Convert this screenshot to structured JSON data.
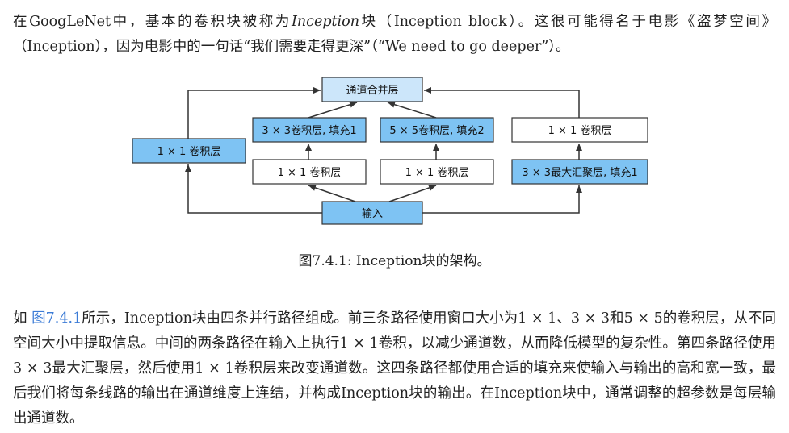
{
  "intro": {
    "part1": "在GoogLeNet中，基本的卷积块被称为",
    "emphasis": "Inception",
    "part2": "块（Inception block）。这很可能得名于电影《盗梦空间》（Inception），因为电影中的一句话“我们需要走得更深”（“We need to go deeper”）。"
  },
  "diagram": {
    "nodes": {
      "concat": "通道合并层",
      "p1_conv1": "1 × 1 卷积层",
      "p2_conv3": "3 × 3卷积层, 填充1",
      "p2_conv1": "1 × 1 卷积层",
      "p3_conv5": "5 × 5卷积层, 填充2",
      "p3_conv1": "1 × 1 卷积层",
      "p4_conv1": "1 × 1 卷积层",
      "p4_pool": "3 × 3最大汇聚层, 填充1",
      "input": "输入"
    },
    "colors": {
      "blue_fill": "#7ec3f3",
      "light_fill": "#cce6fa",
      "white_fill": "#ffffff",
      "stroke": "#333333"
    }
  },
  "caption": "图7.4.1: Inception块的架构。",
  "body": {
    "prefix": "如 ",
    "link": "图7.4.1",
    "text": "所示，Inception块由四条并行路径组成。前三条路径使用窗口大小为1 × 1、3 × 3和5 × 5的卷积层，从不同空间大小中提取信息。中间的两条路径在输入上执行1 × 1卷积，以减少通道数，从而降低模型的复杂性。第四条路径使用3 × 3最大汇聚层，然后使用1 × 1卷积层来改变通道数。这四条路径都使用合适的填充来使输入与输出的高和宽一致，最后我们将每条线路的输出在通道维度上连结，并构成Inception块的输出。在Inception块中，通常调整的超参数是每层输出通道数。"
  }
}
